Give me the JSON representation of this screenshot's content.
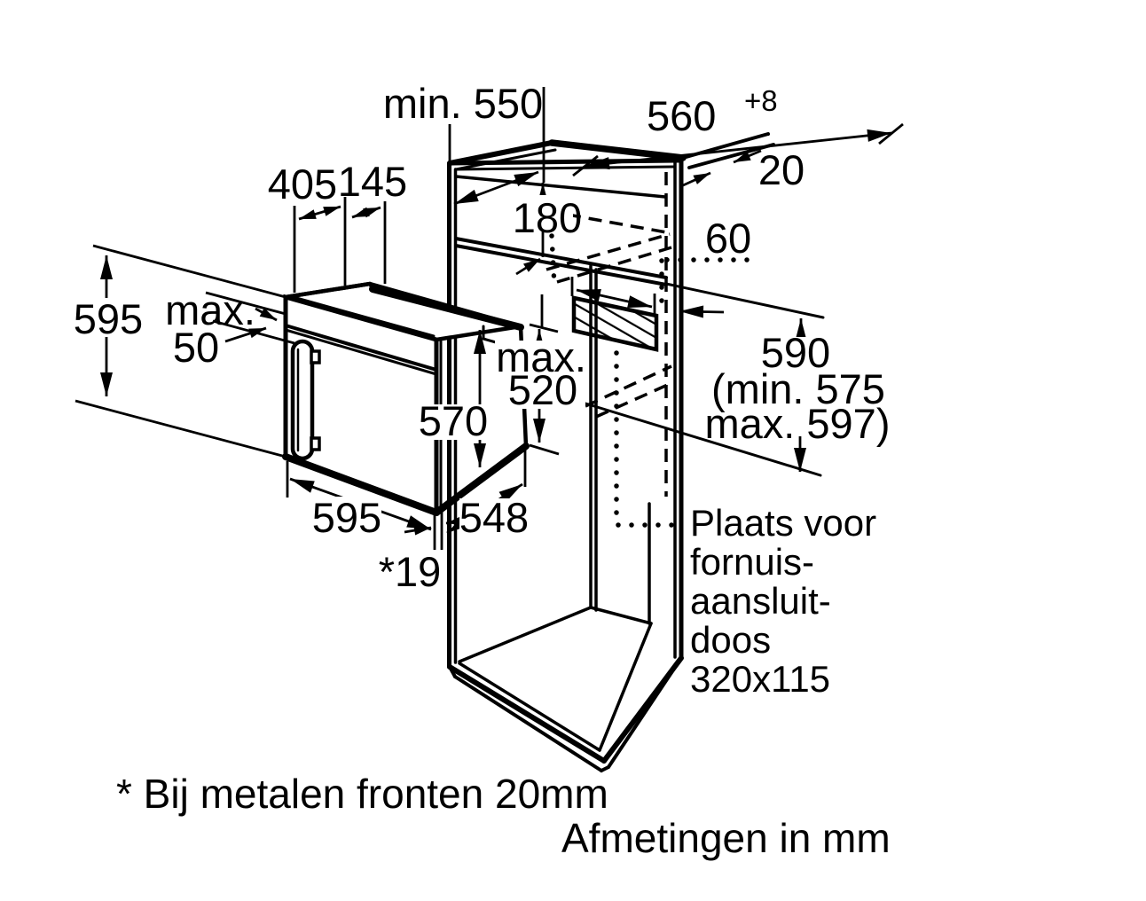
{
  "diagram": {
    "title_note": "Afmetingen in mm",
    "footnote": "* Bij metalen fronten 20mm",
    "dims": {
      "niche_depth": "min. 550",
      "niche_width": "560",
      "niche_width_tolerance": "+8",
      "wall_thickness": "20",
      "top_compartment_height": "180",
      "cable_offset": "60",
      "oven_top_rear": "405",
      "oven_top_front": "145",
      "oven_height": "595",
      "handle_max_label": "max.",
      "handle_max_value": "50",
      "connection_max_label": "max.",
      "connection_max_value": "520",
      "body_height": "570",
      "niche_height": "590",
      "niche_height_min": "(min. 575",
      "niche_height_max": "max. 597)",
      "oven_width": "595",
      "body_depth": "548",
      "front_overlay_gap": "*19"
    },
    "connection_box_label": {
      "line1": "Plaats voor",
      "line2": "fornuis-",
      "line3": "aansluit-",
      "line4": "doos",
      "line5": "320x115"
    },
    "colors": {
      "line": "#000000",
      "background": "#ffffff"
    }
  }
}
